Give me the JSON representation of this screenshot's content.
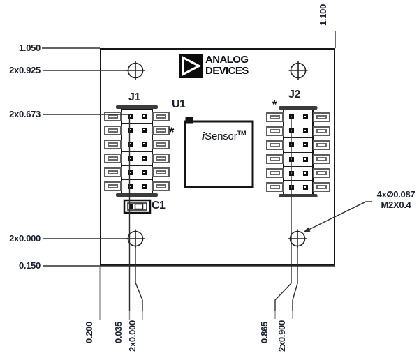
{
  "logo": {
    "line1": "ANALOG",
    "line2": "DEVICES"
  },
  "components": {
    "u1": {
      "ref": "U1",
      "text_i": "i",
      "text_name": "Sensor",
      "text_tm": "TM",
      "star": "*"
    },
    "j1": {
      "ref": "J1",
      "rows": 6,
      "cols": 2
    },
    "j2": {
      "ref": "J2",
      "rows": 6,
      "cols": 2,
      "star": "*"
    },
    "c1": {
      "ref": "C1"
    }
  },
  "dimensions": {
    "left": {
      "top_edge": "1.050",
      "upper_holes": "2x0.925",
      "j1_pin1": "2x0.673",
      "lower_holes": "2x0.000",
      "bottom_edge": "0.150"
    },
    "bottom": {
      "left_edge": "0.200",
      "j1_pins": "0.035",
      "left_holes": "2x0.000",
      "j2_pins": "0.865",
      "right_holes": "2x0.900"
    },
    "top": {
      "right_edge": "1.100"
    },
    "hole_note": {
      "line1": "4xØ0.087",
      "line2": "M2X0.4"
    }
  },
  "colors": {
    "line": "#2e2e2e",
    "gray_line": "#8f8f8f",
    "text": "#1b2130",
    "board_stroke": "#161616",
    "bar": "#3b3b3b",
    "lead": "#5d5d5d"
  }
}
